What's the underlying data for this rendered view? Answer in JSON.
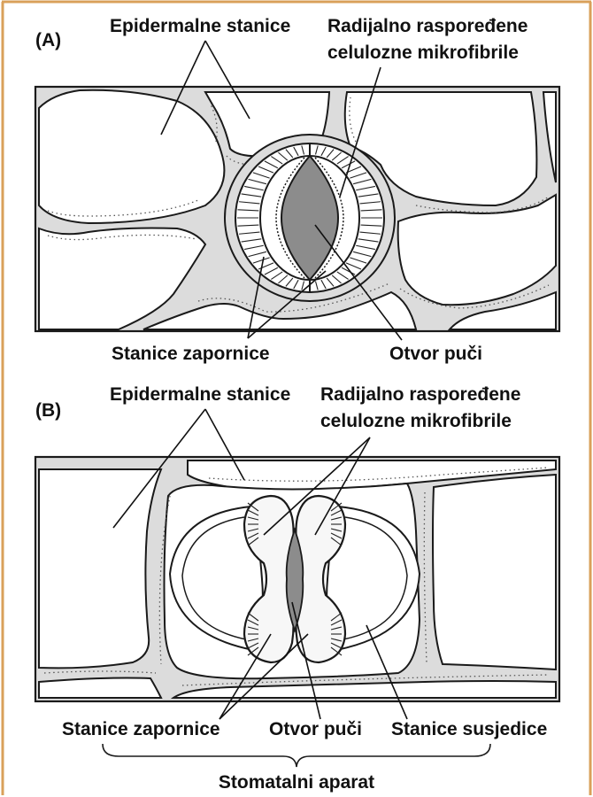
{
  "frame_color": "#d9a05a",
  "wall_color": "#dcdcdc",
  "pore_color": "#8c8c8c",
  "panel_a": {
    "letter": "(A)",
    "label_epidermal": "Epidermalne stanice",
    "label_fibrils_line1": "Radijalno raspoređene",
    "label_fibrils_line2": "celulozne mikrofibrile",
    "label_guard": "Stanice zapornice",
    "label_pore": "Otvor puči"
  },
  "panel_b": {
    "letter": "(B)",
    "label_epidermal": "Epidermalne stanice",
    "label_fibrils_line1": "Radijalno raspoređene",
    "label_fibrils_line2": "celulozne mikrofibrile",
    "label_guard": "Stanice zapornice",
    "label_pore": "Otvor puči",
    "label_subsidiary": "Stanice susjedice",
    "label_apparatus": "Stomatalni aparat"
  }
}
